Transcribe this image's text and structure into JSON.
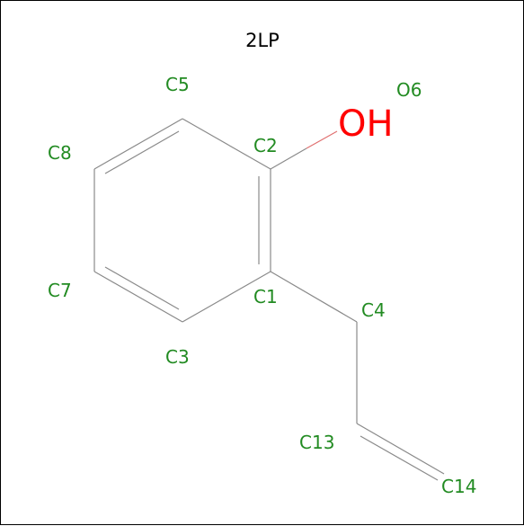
{
  "title": "2LP",
  "hydroxyl_label": "OH",
  "colors": {
    "atom_label": "#228b22",
    "hydroxyl": "#ff0000",
    "bond": "#8a8a8a",
    "title": "#000000"
  },
  "atoms": [
    {
      "id": "C1",
      "label": "C1"
    },
    {
      "id": "C2",
      "label": "C2"
    },
    {
      "id": "C3",
      "label": "C3"
    },
    {
      "id": "C4",
      "label": "C4"
    },
    {
      "id": "C5",
      "label": "C5"
    },
    {
      "id": "O6",
      "label": "O6"
    },
    {
      "id": "C7",
      "label": "C7"
    },
    {
      "id": "C8",
      "label": "C8"
    },
    {
      "id": "C13",
      "label": "C13"
    },
    {
      "id": "C14",
      "label": "C14"
    }
  ]
}
